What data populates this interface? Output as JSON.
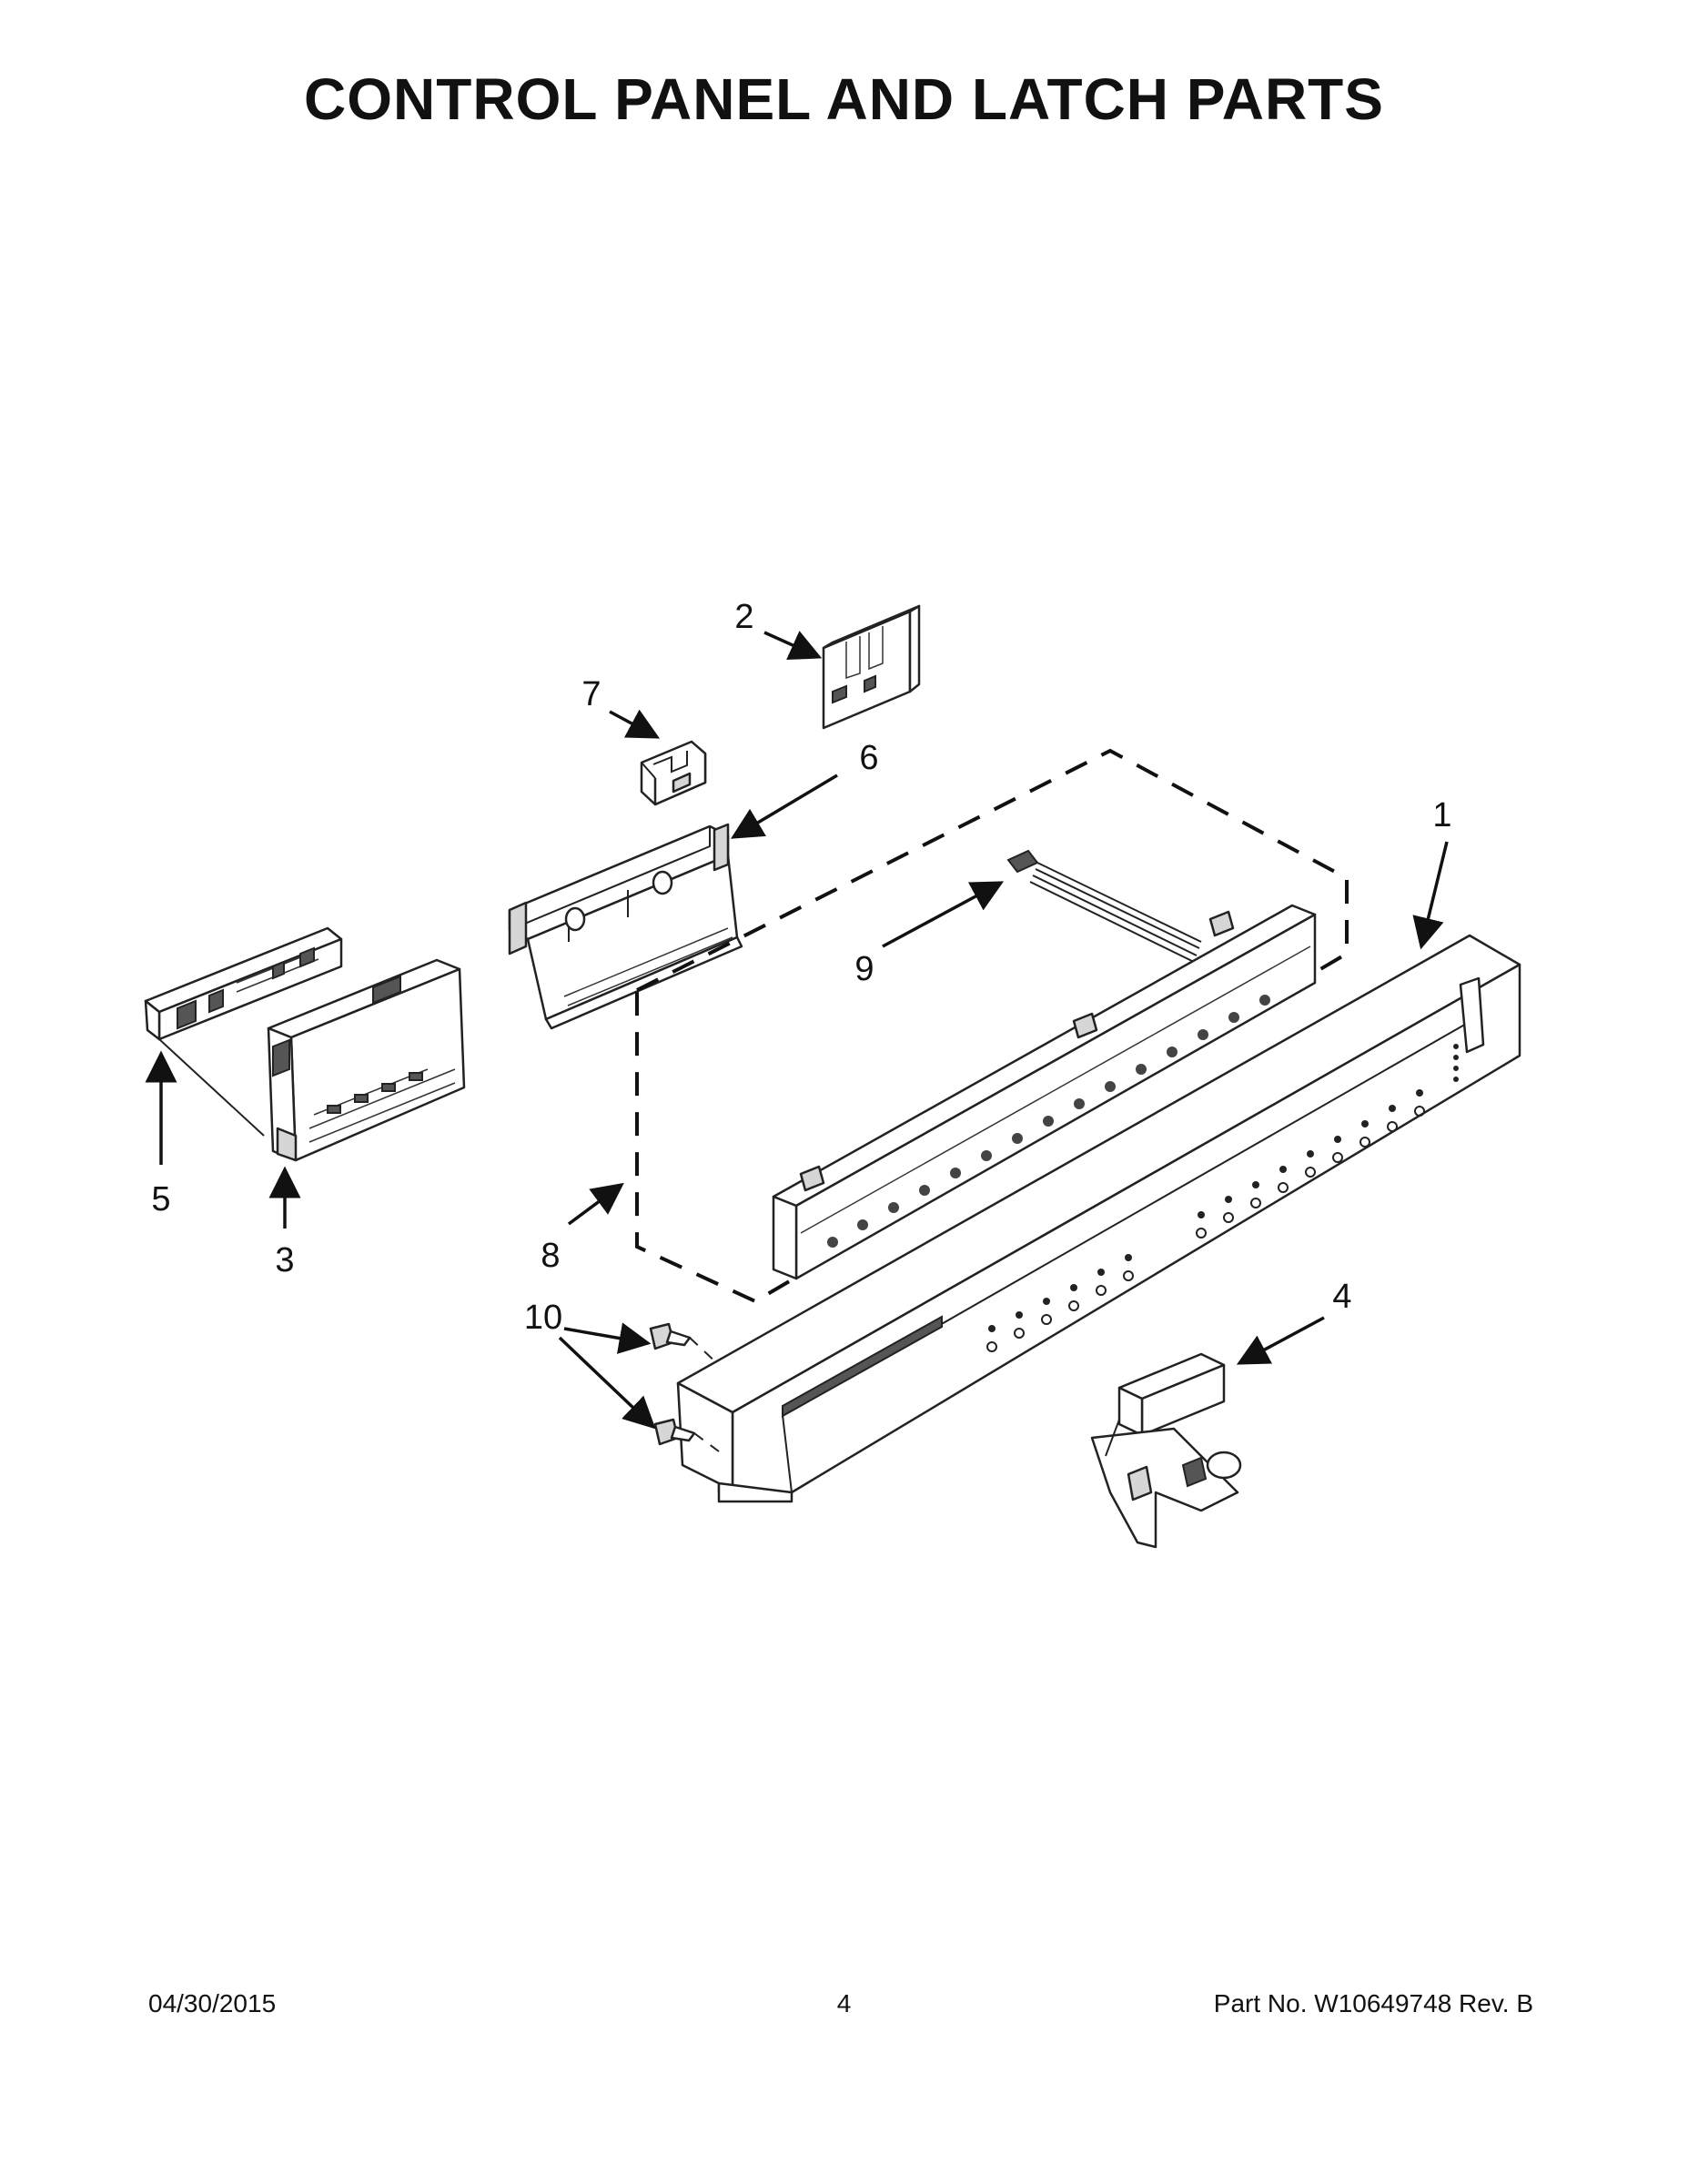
{
  "title": "CONTROL PANEL AND LATCH PARTS",
  "callouts": {
    "c1": "1",
    "c2": "2",
    "c3": "3",
    "c4": "4",
    "c5": "5",
    "c6": "6",
    "c7": "7",
    "c8": "8",
    "c9": "9",
    "c10": "10"
  },
  "footer": {
    "date": "04/30/2015",
    "page": "4",
    "part": "Part No.  W10649748  Rev.  B"
  }
}
